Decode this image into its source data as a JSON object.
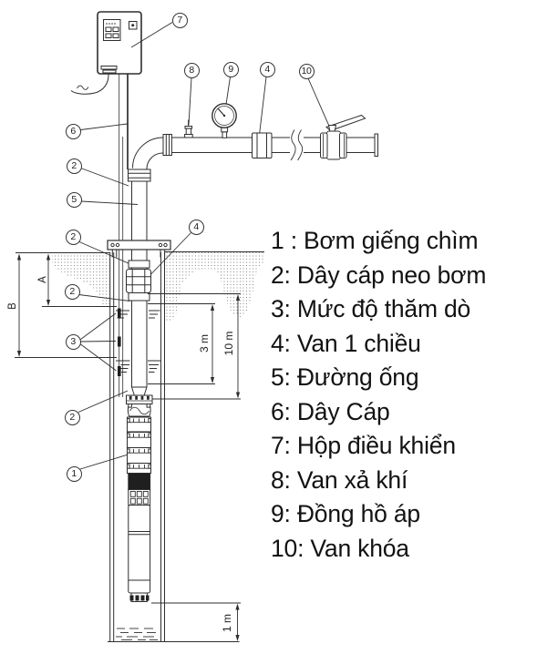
{
  "legend": {
    "items": [
      {
        "text": "1 : Bơm giếng chìm"
      },
      {
        "text": "2: Dây cáp neo bơm"
      },
      {
        "text": "3: Mức độ thăm dò"
      },
      {
        "text": "4: Van 1 chiều"
      },
      {
        "text": "5: Đường ống"
      },
      {
        "text": "6: Dây Cáp"
      },
      {
        "text": "7: Hộp điều khiển"
      },
      {
        "text": "8: Van xả khí"
      },
      {
        "text": "9: Đồng hồ áp"
      },
      {
        "text": "10: Van khóa"
      }
    ]
  },
  "callouts": {
    "c1": "1",
    "c2": "2",
    "c3": "3",
    "c4": "4",
    "c5": "5",
    "c6": "6",
    "c7": "7",
    "c8": "8",
    "c9": "9",
    "c10": "10"
  },
  "dimensions": {
    "a": "A",
    "b": "B",
    "m3": "3 m",
    "m10": "10 m",
    "m1": "1 m"
  },
  "colors": {
    "line": "#2e2e2e",
    "text": "#111111",
    "background": "#ffffff"
  }
}
